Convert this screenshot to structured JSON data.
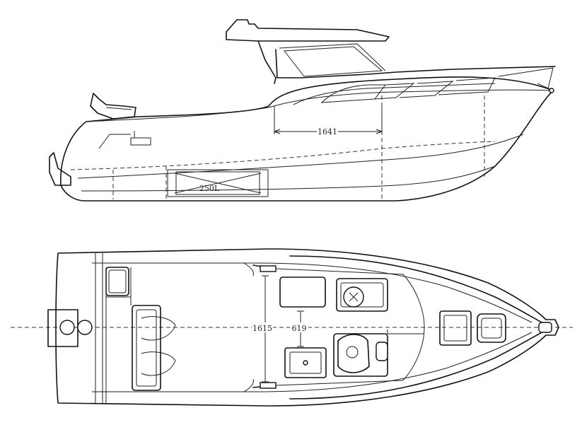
{
  "side_view": {
    "dimension_label": "1641",
    "tank_label": "250L"
  },
  "plan_view": {
    "length_label": "1615",
    "width_label": "619"
  }
}
